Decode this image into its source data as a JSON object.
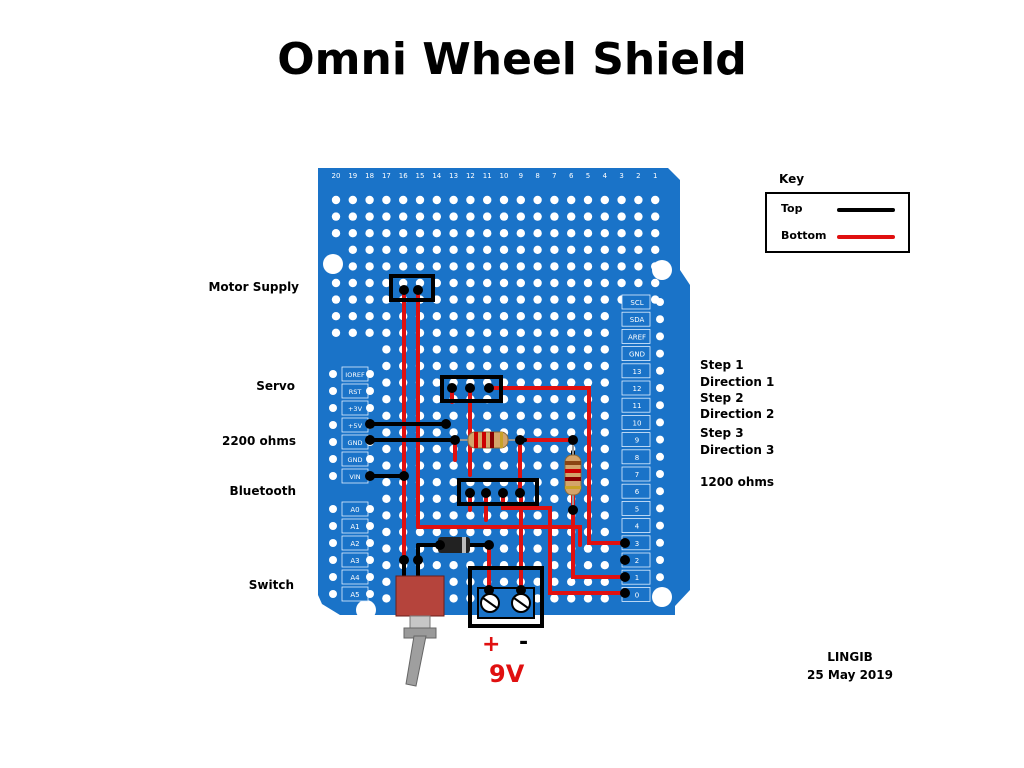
{
  "title": "Omni Wheel Shield",
  "labels": {
    "motor_supply": "Motor Supply",
    "servo": "Servo",
    "resistor_left": "2200 ohms",
    "bluetooth": "Bluetooth",
    "switch": "Switch",
    "step1": "Step  1",
    "direction1": "Direction  1",
    "step2": "Step  2",
    "direction2": "Direction  2",
    "step3": "Step  3",
    "direction3": "Direction  3",
    "resistor_right": "1200 ohms"
  },
  "key": {
    "title": "Key",
    "top_label": "Top",
    "bottom_label": "Bottom",
    "top_color": "#000000",
    "bottom_color": "#e01010"
  },
  "power": {
    "plus": "+",
    "minus": "-",
    "voltage": "9V"
  },
  "credit": {
    "author": "LINGIB",
    "date": "25 May 2019"
  },
  "board": {
    "color": "#1a73c8",
    "top_numbers": [
      "20",
      "19",
      "18",
      "17",
      "16",
      "15",
      "14",
      "13",
      "12",
      "11",
      "10",
      "9",
      "8",
      "7",
      "6",
      "5",
      "4",
      "3",
      "2",
      "1"
    ],
    "right_header": [
      "SCL",
      "SDA",
      "AREF",
      "GND",
      "13",
      "12",
      "11",
      "10",
      "9",
      "8",
      "7",
      "6",
      "5",
      "4",
      "3",
      "2",
      "1",
      "0"
    ],
    "left_header_power": [
      "IOREF",
      "RST",
      "+3V",
      "+5V",
      "GND",
      "GND",
      "VIN"
    ],
    "left_header_analog": [
      "A0",
      "A1",
      "A2",
      "A3",
      "A4",
      "A5"
    ]
  }
}
